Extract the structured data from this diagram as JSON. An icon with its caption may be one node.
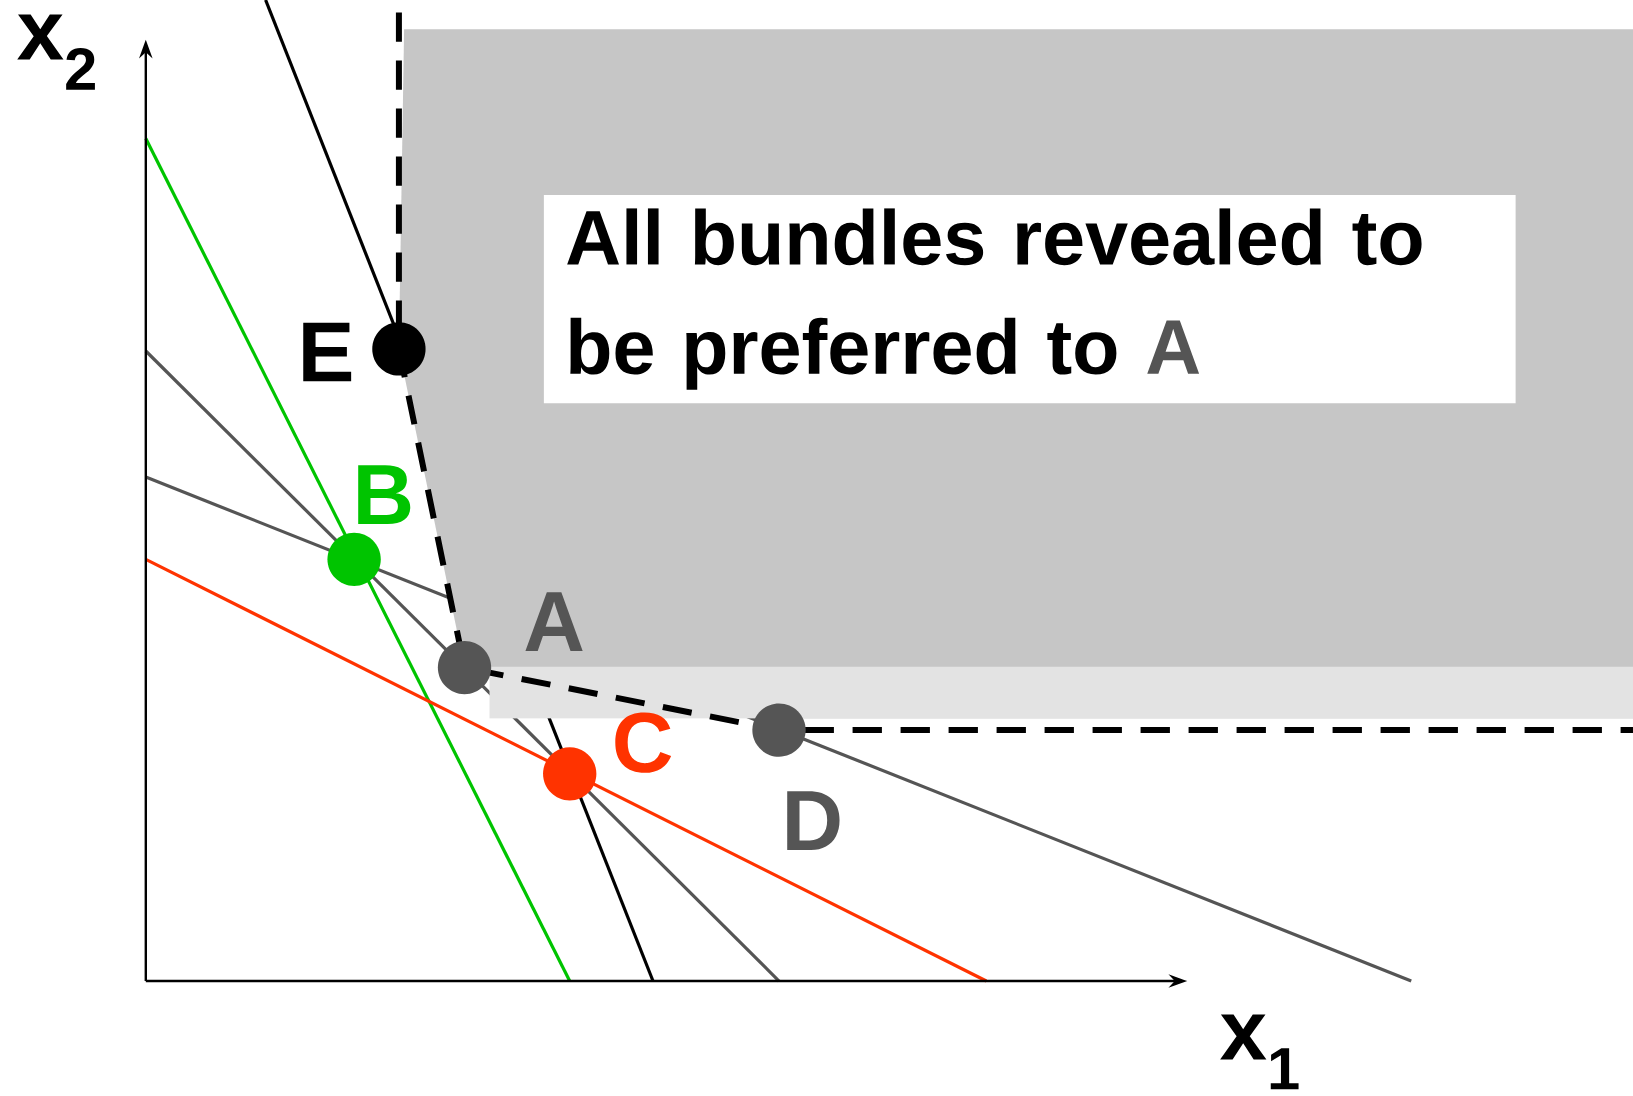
{
  "diagram": {
    "nodes": [
      {
        "text": [
          "All bundles revealed to be preferred to",
          "A"
        ]
      }
    ],
    "labels": [
      "x$_{2}$",
      "E",
      "B",
      "A",
      "C",
      "D",
      "x$_{1}$"
    ]
  }
}
